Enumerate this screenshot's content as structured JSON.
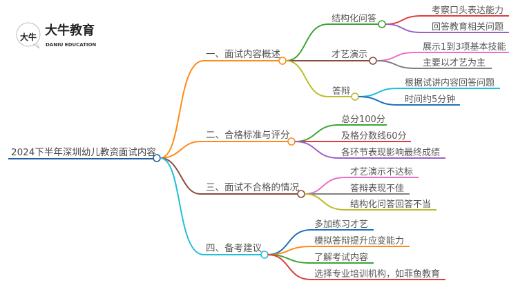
{
  "logo": {
    "name_cn": "大牛教育",
    "name_en": "DANIU EDUCATION",
    "mark": "大牛"
  },
  "root": {
    "label": "2024下半年深圳幼儿教资面试内容",
    "color": "#1f5fa0"
  },
  "branches": [
    {
      "label": "一、面试内容概述",
      "color": "#ff8a1a",
      "children": [
        {
          "label": "结构化问答",
          "color": "#3aa532",
          "children": [
            {
              "label": "考察口头表达能力",
              "color": "#e03c3c"
            },
            {
              "label": "回答教育相关问题",
              "color": "#9a5fc8"
            }
          ]
        },
        {
          "label": "才艺演示",
          "color": "#8a4a3a",
          "children": [
            {
              "label": "展示1到3项基本技能",
              "color": "#ee6fc8"
            },
            {
              "label": "主要以才艺为主",
              "color": "#808080"
            }
          ]
        },
        {
          "label": "答辩",
          "color": "#bcbc2a",
          "children": [
            {
              "label": "根据试讲内容回答问题",
              "color": "#20c0d8"
            },
            {
              "label": "时间约5分钟",
              "color": "#1f70b8"
            }
          ]
        }
      ]
    },
    {
      "label": "二、合格标准与评分",
      "color": "#ff8a1a",
      "children": [
        {
          "label": "总分100分",
          "color": "#3aa532"
        },
        {
          "label": "及格分数线60分",
          "color": "#e03c3c"
        },
        {
          "label": "各环节表现影响最终成绩",
          "color": "#9a5fc8"
        }
      ]
    },
    {
      "label": "三、面试不合格的情况",
      "color": "#8a4a3a",
      "children": [
        {
          "label": "才艺演示不达标",
          "color": "#ee6fc8"
        },
        {
          "label": "答辩表现不佳",
          "color": "#808080"
        },
        {
          "label": "结构化问答回答不当",
          "color": "#bcbc2a"
        }
      ]
    },
    {
      "label": "四、备考建议",
      "color": "#20c0d8",
      "children": [
        {
          "label": "多加练习才艺",
          "color": "#1f70b8"
        },
        {
          "label": "模拟答辩提升应变能力",
          "color": "#ff8a1a"
        },
        {
          "label": "了解考试内容",
          "color": "#3aa532"
        },
        {
          "label": "选择专业培训机构，如菲鱼教育",
          "color": "#e03c3c"
        }
      ]
    }
  ]
}
